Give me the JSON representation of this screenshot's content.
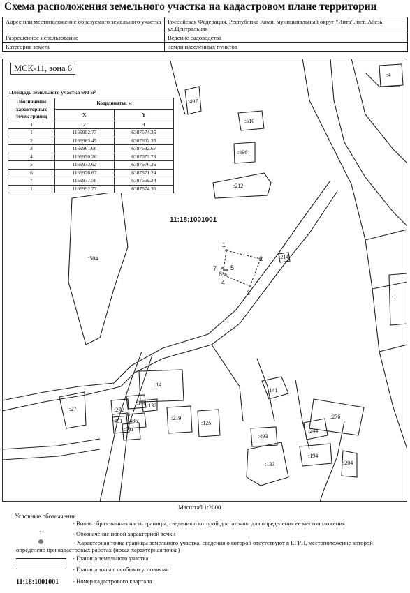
{
  "title": "Схема расположения земельного участка на кадастровом плане территории",
  "info_rows": [
    {
      "label": "Адрес или местоположение образуемого земельного участка",
      "value": "Российская Федерация, Республика Коми, муниципальный округ \"Инта\", пст. Абезь, ул.Центральная"
    },
    {
      "label": "Разрешенное использование",
      "value": "Ведение садоводства"
    },
    {
      "label": "Категория земель",
      "value": "Земли населенных пунктов"
    }
  ],
  "map": {
    "zone_label": "МСК-11, зона 6",
    "area_title": "Площадь земельного участка 600 м²",
    "table_headers": {
      "col1": "Обозначение характерных точек границ",
      "coords": "Координаты, м",
      "x": "X",
      "y": "Y",
      "n1": "1",
      "n2": "2",
      "n3": "3"
    },
    "points": [
      {
        "id": "1",
        "x": "1169992.77",
        "y": "6387574.35"
      },
      {
        "id": "2",
        "x": "1169983.45",
        "y": "6387602.35"
      },
      {
        "id": "3",
        "x": "1169961.68",
        "y": "6387592.67"
      },
      {
        "id": "4",
        "x": "1169970.26",
        "y": "6387573.78"
      },
      {
        "id": "5",
        "x": "1169973.62",
        "y": "6387576.35"
      },
      {
        "id": "6",
        "x": "1169976.67",
        "y": "6387571.24"
      },
      {
        "id": "7",
        "x": "1169977.58",
        "y": "6387569.34"
      },
      {
        "id": "1",
        "x": "1169992.77",
        "y": "6387574.35"
      }
    ],
    "quarter_label": "11:18:1001001",
    "parcel_labels": [
      ":497",
      ":510",
      ":496",
      ":212",
      ":504",
      ":14",
      ":27",
      ":272",
      ":146",
      ":132",
      ":491",
      ":486",
      ":501",
      ":219",
      ":125",
      ":141",
      ":276",
      ":493",
      ":244",
      ":133",
      ":194",
      ":204",
      ":214",
      ":4",
      ":1"
    ],
    "vertex_labels": [
      "1",
      "2",
      "3",
      "4",
      "5",
      "6",
      "7"
    ]
  },
  "scale": "Масштаб 1:2000",
  "legend": {
    "title": "Условные обозначения",
    "items": [
      {
        "symbol": "",
        "text": "- Вновь образованная часть границы, сведения о которой достаточны для определения ее местоположения"
      },
      {
        "symbol": "1",
        "text": "- Обозначение новой характерной точки"
      },
      {
        "symbol": "",
        "text": "- Характерная точка границы земельного участка, сведения о которой отсутствуют в ЕГРН, местоположение которой определено при кадастровых работах (новая характерная точка)"
      },
      {
        "symbol": "",
        "text": "- Граница земельного участка"
      },
      {
        "symbol": "",
        "text": "- Граница зоны с особыми условиями"
      },
      {
        "symbol": "11:18:1001001",
        "text": "- Номер кадастрового квартала"
      }
    ]
  },
  "colors": {
    "line": "#222222",
    "point": "#7a7a7a"
  }
}
